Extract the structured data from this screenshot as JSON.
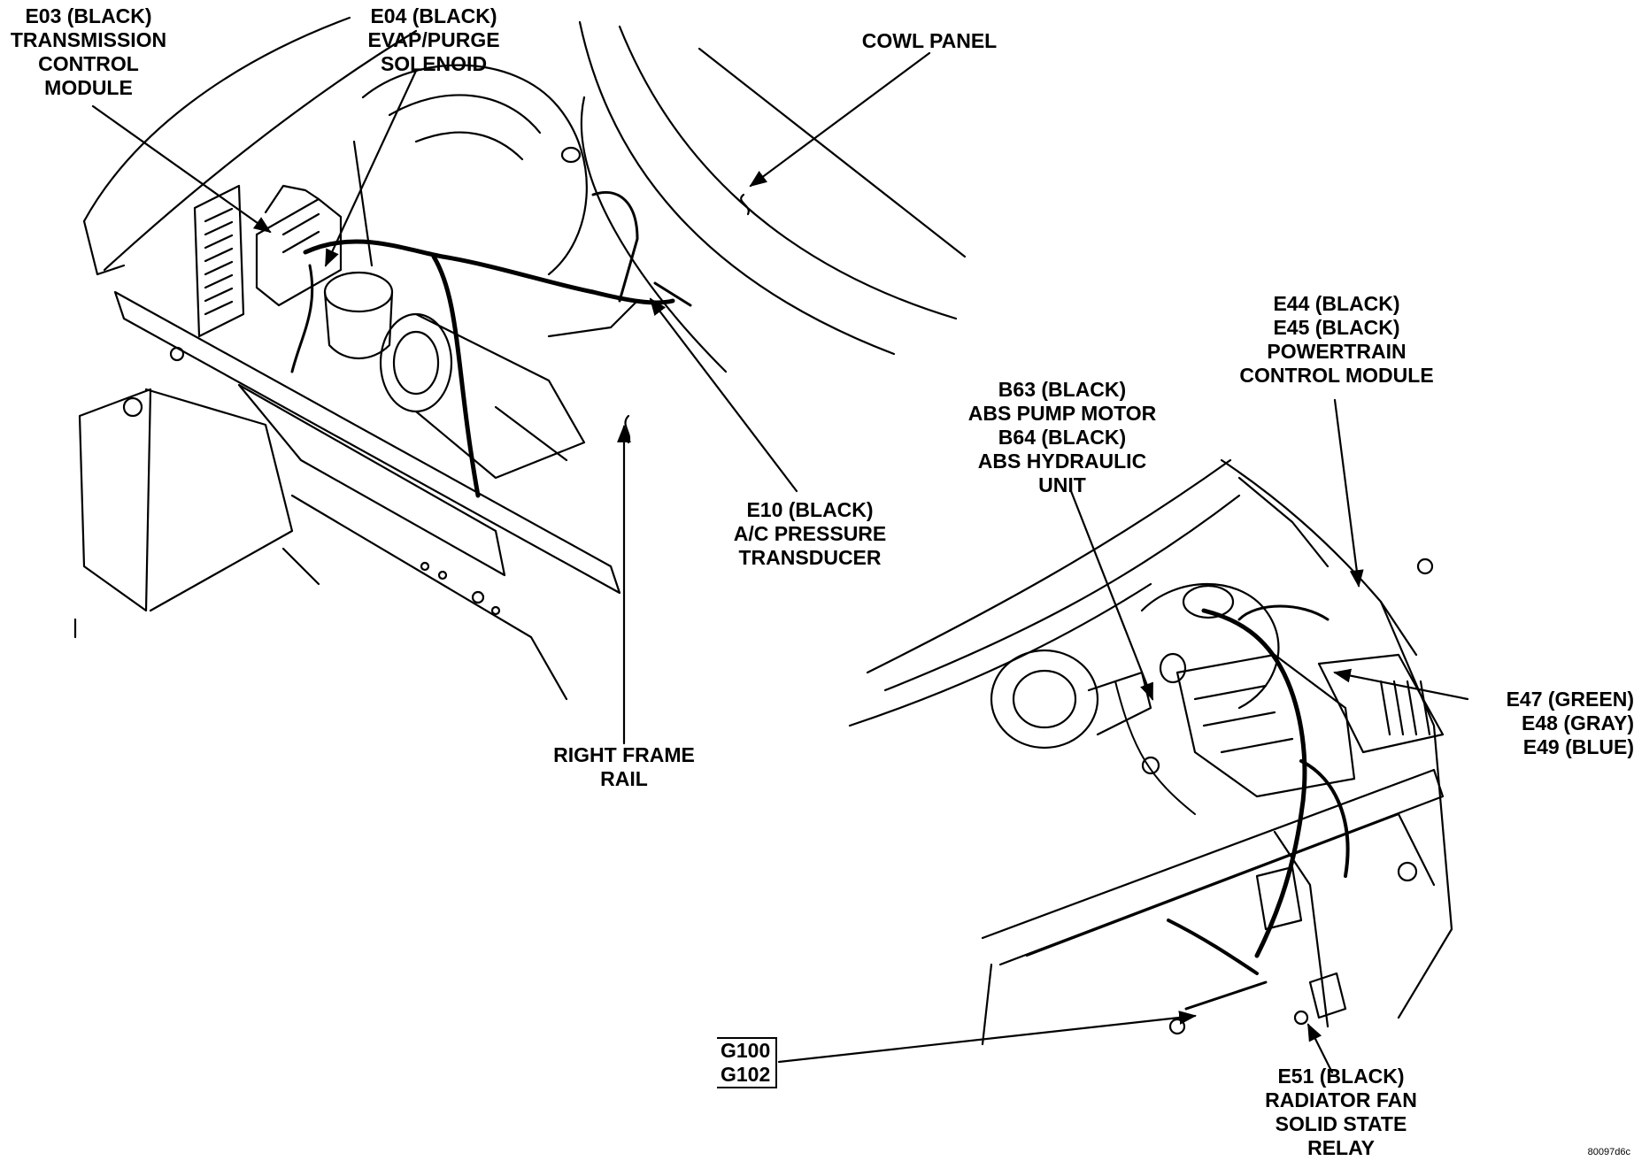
{
  "labels": {
    "e03": [
      "E03 (BLACK)",
      "TRANSMISSION",
      "CONTROL",
      "MODULE"
    ],
    "e04": [
      "E04 (BLACK)",
      "EVAP/PURGE",
      "SOLENOID"
    ],
    "cowl": [
      "COWL PANEL"
    ],
    "e44": [
      "E44 (BLACK)",
      "E45 (BLACK)",
      "POWERTRAIN",
      "CONTROL MODULE"
    ],
    "b63": [
      "B63 (BLACK)",
      "ABS PUMP MOTOR",
      "B64 (BLACK)",
      "ABS HYDRAULIC",
      "UNIT"
    ],
    "e10": [
      "E10 (BLACK)",
      "A/C PRESSURE",
      "TRANSDUCER"
    ],
    "e47": [
      "E47 (GREEN)",
      "E48 (GRAY)",
      "E49 (BLUE)"
    ],
    "frame": [
      "RIGHT FRAME",
      "RAIL"
    ],
    "g100": [
      "G100",
      "G102"
    ],
    "e51": [
      "E51 (BLACK)",
      "RADIATOR FAN",
      "SOLID STATE",
      "RELAY"
    ]
  },
  "figure_id": "80097d6c"
}
